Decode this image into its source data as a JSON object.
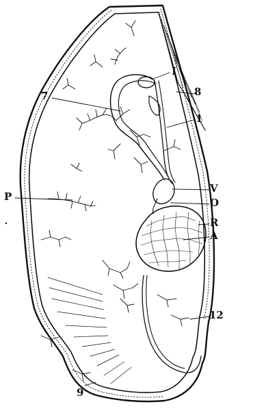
{
  "diagram": {
    "labels": {
      "l1": "I",
      "l8": "8",
      "l7": "7",
      "l1b": "1",
      "lV": "V",
      "lP": "P",
      "lO": "O",
      "lR": "R",
      "lA": "A",
      "l12": "12",
      "l9": "9"
    }
  }
}
